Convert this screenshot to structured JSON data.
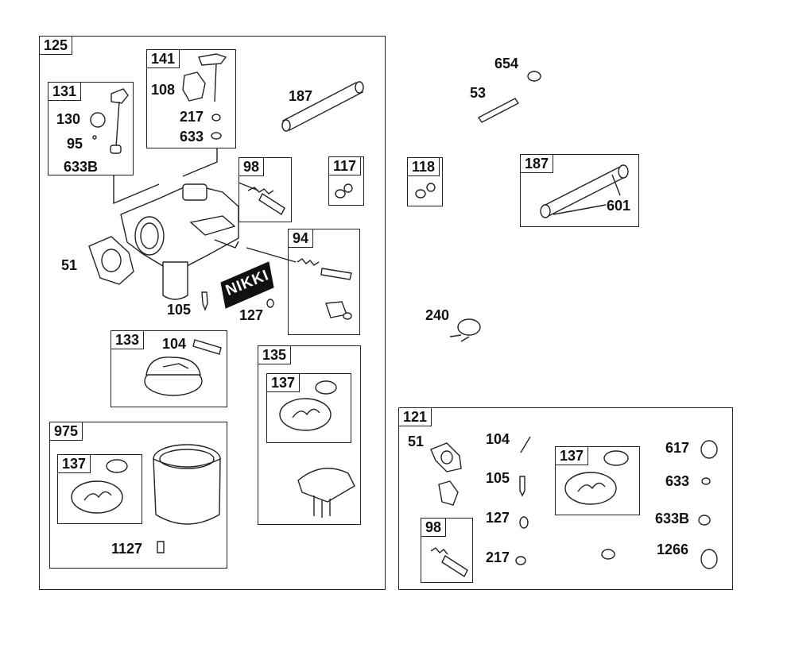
{
  "groups": {
    "g125": "125",
    "g131": "131",
    "g141": "141",
    "g98a": "98",
    "g117": "117",
    "g94": "94",
    "g133": "133",
    "g135": "135",
    "g137a": "137",
    "g975": "975",
    "g137b": "137",
    "g118": "118",
    "g187": "187",
    "g121": "121",
    "g137c": "137",
    "g98b": "98"
  },
  "labels": {
    "p130": "130",
    "p95": "95",
    "p633b_a": "633B",
    "p108": "108",
    "p217_a": "217",
    "p633_a": "633",
    "p187_a": "187",
    "p51_a": "51",
    "p105_a": "105",
    "p127_a": "127",
    "p104_a": "104",
    "p1127": "1127",
    "p654": "654",
    "p53": "53",
    "p601": "601",
    "p240": "240",
    "p51_b": "51",
    "p104_b": "104",
    "p105_b": "105",
    "p127_b": "127",
    "p217_b": "217",
    "p617": "617",
    "p633_b": "633",
    "p633b_b": "633B",
    "p1266": "1266"
  },
  "brand": "NIKKI"
}
